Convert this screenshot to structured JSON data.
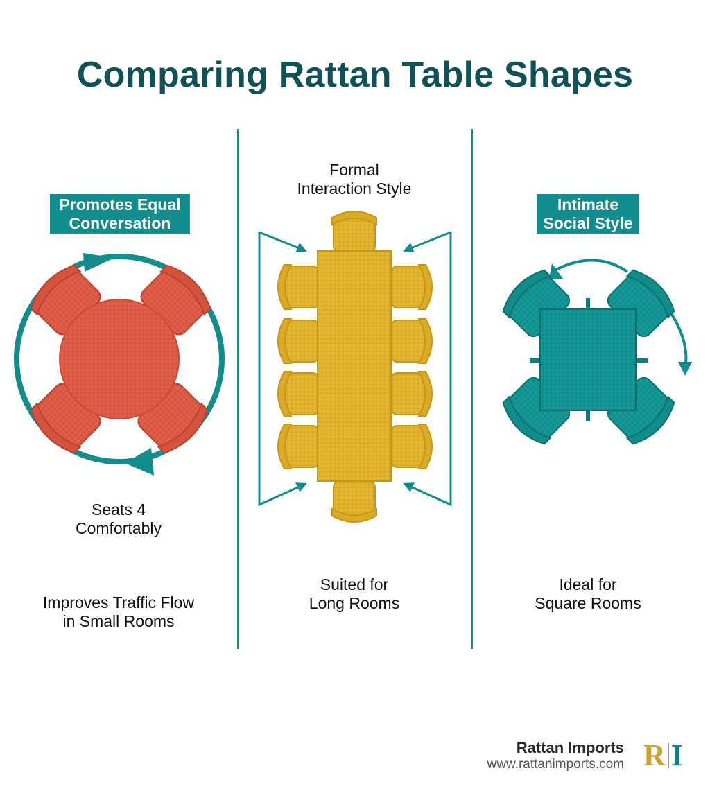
{
  "title": "Comparing Rattan Table Shapes",
  "round": {
    "badge_line1": "Promotes Equal",
    "badge_line2": "Conversation",
    "caption1_line1": "Seats 4",
    "caption1_line2": "Comfortably",
    "caption2_line1": "Improves Traffic Flow",
    "caption2_line2": "in Small Rooms",
    "color": "#e2604a"
  },
  "rectangular": {
    "top_line1": "Formal",
    "top_line2": "Interaction Style",
    "caption_line1": "Suited for",
    "caption_line2": "Long Rooms",
    "color": "#e6b830"
  },
  "square": {
    "badge_line1": "Intimate",
    "badge_line2": "Social Style",
    "caption_line1": "Ideal for",
    "caption_line2": "Square Rooms",
    "color": "#139a98"
  },
  "accent_color": "#138c8e",
  "brand": {
    "name": "Rattan Imports",
    "url": "www.rattanimports.com",
    "logo_left": "R",
    "logo_right": "I"
  }
}
